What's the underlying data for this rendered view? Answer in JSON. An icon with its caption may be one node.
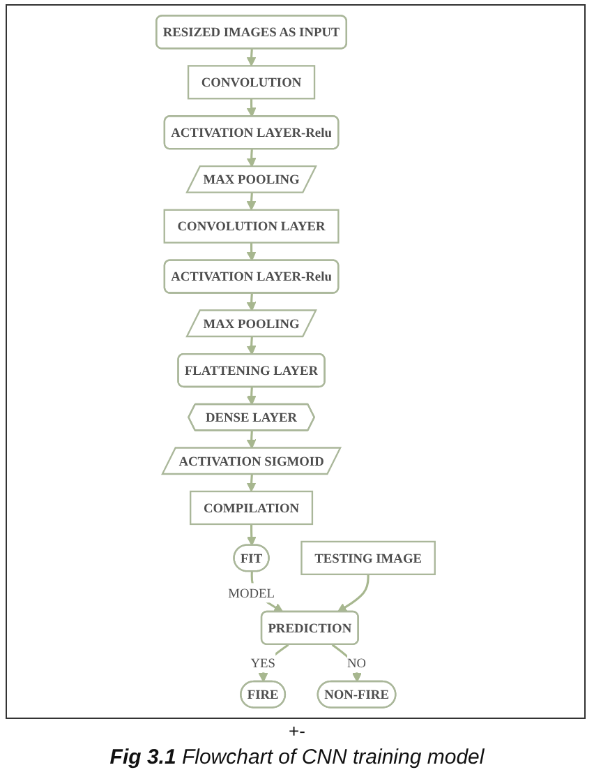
{
  "diagram": {
    "caption": "**Fig 3.1** Flowchart of CNN training model",
    "nodes": [
      {
        "text": [
          "RESIZED IMAGES AS INPUT"
        ]
      },
      {
        "text": [
          "CONVOLUTION"
        ]
      },
      {
        "text": [
          "ACTIVATION LAYER-Relu"
        ]
      },
      {
        "text": [
          "MAX POOLING"
        ]
      },
      {
        "text": [
          "CONVOLUTION LAYER"
        ]
      },
      {
        "text": [
          "ACTIVATION LAYER-Relu"
        ]
      },
      {
        "text": [
          "MAX POOLING"
        ]
      },
      {
        "text": [
          "FLATTENING LAYER"
        ]
      },
      {
        "text": [
          "DENSE LAYER"
        ]
      },
      {
        "text": [
          "ACTIVATION SIGMOID"
        ]
      },
      {
        "text": [
          "COMPILATION"
        ]
      },
      {
        "text": [
          "FIRE"
        ]
      },
      {
        "text": [
          "FIT"
        ]
      },
      {
        "text": [
          "PREDICTION"
        ]
      },
      {
        "text": [
          "NON-FIRE"
        ]
      },
      {
        "text": [
          "TESTING IMAGE"
        ]
      }
    ],
    "edges": [
      {
        "from": 0,
        "to": 1,
        "arrow": "to"
      },
      {
        "from": 1,
        "to": 2,
        "arrow": "to"
      },
      {
        "from": 2,
        "to": 3,
        "arrow": "to"
      },
      {
        "from": 3,
        "to": 4,
        "arrow": "to"
      },
      {
        "from": 4,
        "to": 5,
        "arrow": "to"
      },
      {
        "from": 5,
        "to": 6,
        "arrow": "to"
      },
      {
        "from": 6,
        "to": 7,
        "arrow": "to"
      },
      {
        "from": 7,
        "to": 8,
        "arrow": "to"
      },
      {
        "from": 8,
        "to": 9,
        "arrow": "to"
      },
      {
        "from": 9,
        "to": 10,
        "arrow": "to"
      },
      {
        "from": 10,
        "to": 12,
        "arrow": "to"
      },
      {
        "from": 12,
        "to": 13,
        "arrow": "to",
        "label": "MODEL"
      },
      {
        "from": 13,
        "to": 11,
        "arrow": "to",
        "label": "YES"
      },
      {
        "from": 13,
        "to": 14,
        "arrow": "to",
        "label": "NO"
      },
      {
        "from": 15,
        "to": 13,
        "arrow": "to"
      }
    ],
    "labels": [
      "+-"
    ]
  }
}
